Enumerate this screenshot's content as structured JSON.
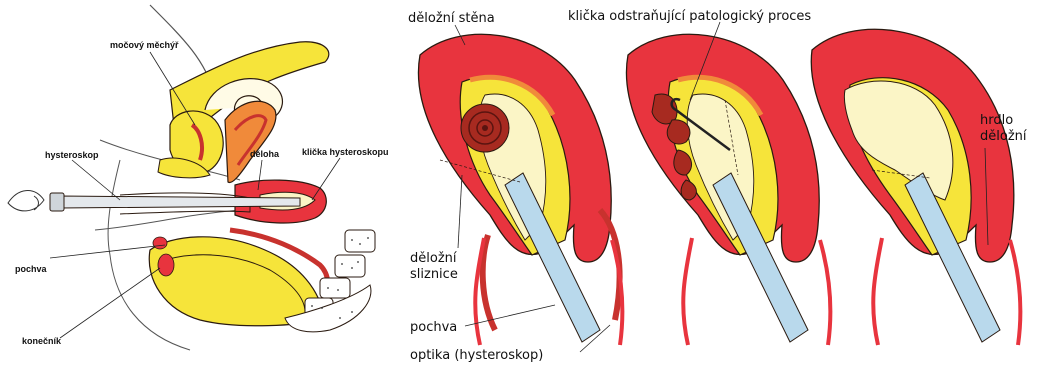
{
  "left_panel": {
    "labels": {
      "mocovy_mechyr": "močový měchýř",
      "hysteroskop": "hysteroskop",
      "deloha": "děloha",
      "klicka_hysteroskopu": "klička hysteroskopu",
      "pochva": "pochva",
      "konecnik": "konečník"
    }
  },
  "right_panel": {
    "labels": {
      "delozni_stena": "děložní stěna",
      "klicka_odstranujici": "klička odstraňující patologický proces",
      "delozni_sliznice_1": "děložní",
      "delozni_sliznice_2": "sliznice",
      "pochva": "pochva",
      "optika": "optika (hysteroskop)",
      "hrdlo_1": "hrdlo",
      "hrdlo_2": "děložní"
    }
  },
  "colors": {
    "uterine_wall": "#e8343e",
    "tissue_yellow": "#f6e43a",
    "cavity": "#fbf5c6",
    "endometrium": "#f08a3a",
    "scope": "#b9d9ec",
    "outline": "#2a1a10"
  }
}
